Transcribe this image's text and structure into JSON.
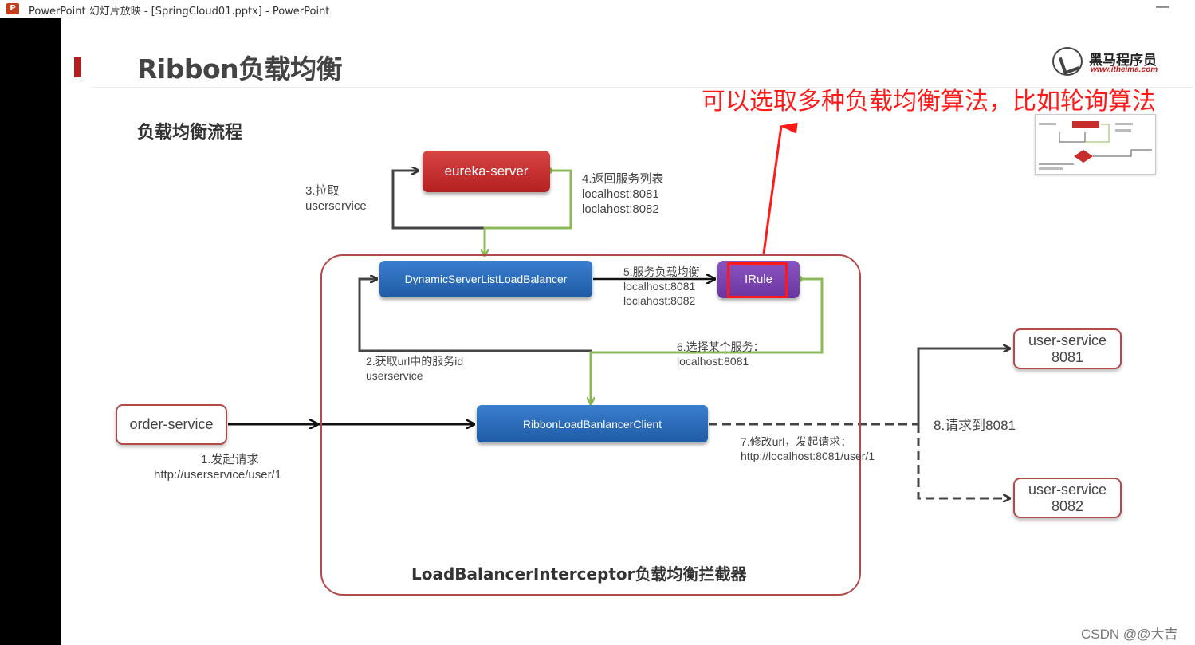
{
  "window": {
    "app_icon": "P",
    "title": "PowerPoint 幻灯片放映 - [SpringCloud01.pptx] - PowerPoint",
    "minimize": "—"
  },
  "slide": {
    "title": "Ribbon负载均衡",
    "subtitle": "负载均衡流程",
    "logo": {
      "name": "黑马程序员",
      "url": "www.itheima.com"
    },
    "annotation": "可以选取多种负载均衡算法，比如轮询算法",
    "frame_label": "LoadBalancerInterceptor负载均衡拦截器",
    "nodes": {
      "eureka": "eureka-server",
      "dynamic": "DynamicServerListLoadBalancer",
      "irule": "IRule",
      "ribbon": "RibbonLoadBanlancerClient",
      "order": "order-service",
      "us1_line1": "user-service",
      "us1_line2": "8081",
      "us2_line1": "user-service",
      "us2_line2": "8082"
    },
    "labels": {
      "step3_a": "3.拉取",
      "step3_b": "userservice",
      "step4_a": "4.返回服务列表",
      "step4_b": "localhost:8081",
      "step4_c": "loclahost:8082",
      "step5_a": "5.服务负载均衡",
      "step5_b": "localhost:8081",
      "step5_c": "loclahost:8082",
      "step2_a": "2.获取url中的服务id",
      "step2_b": "userservice",
      "step6_a": "6.选择某个服务：",
      "step6_b": "localhost:8081",
      "step1_a": "1.发起请求",
      "step1_b": "http://userservice/user/1",
      "step7_a": "7.修改url，发起请求：",
      "step7_b": "http://localhost:8081/user/1",
      "step8": "8.请求到8081"
    }
  },
  "watermark": "CSDN @@大吉",
  "colors": {
    "accent_red": "#b51e1e",
    "annotation_red": "#ff1a1a",
    "arrow_green": "#8cb85a",
    "node_blue": "#2a6cbf",
    "node_purple": "#7a45b0"
  }
}
